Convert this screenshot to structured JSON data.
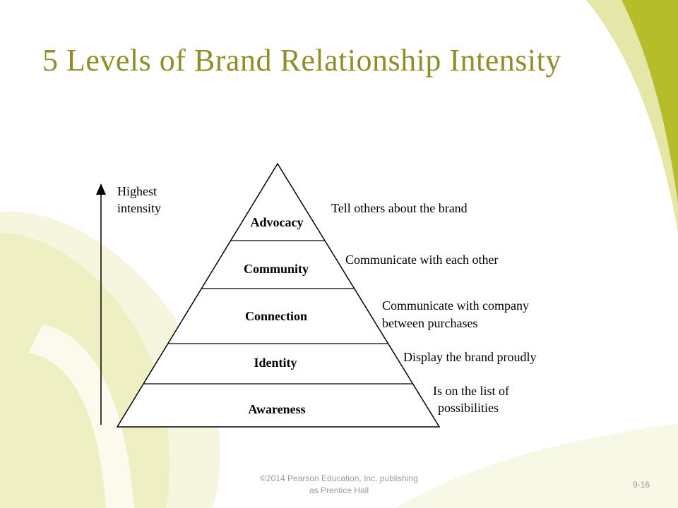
{
  "slide": {
    "title": "5 Levels of Brand Relationship Intensity",
    "footer_line1": "©2014 Pearson Education, Inc. publishing",
    "footer_line2": "as Prentice Hall",
    "page_number": "9-16"
  },
  "colors": {
    "title": "#8f8f2a",
    "accent_green": "#b5bd2a",
    "swirl_light": "#eef0c4",
    "swirl_faint": "#f5f6dd"
  },
  "axis": {
    "label_line1": "Highest",
    "label_line2": "intensity"
  },
  "pyramid": {
    "levels": [
      {
        "name": "Advocacy",
        "desc": [
          "Tell others about the brand"
        ]
      },
      {
        "name": "Community",
        "desc": [
          "Communicate with each other"
        ]
      },
      {
        "name": "Connection",
        "desc": [
          "Communicate with company",
          "between purchases"
        ]
      },
      {
        "name": "Identity",
        "desc": [
          "Display the brand proudly"
        ]
      },
      {
        "name": "Awareness",
        "desc": [
          "Is on the list of",
          "possibilities"
        ]
      }
    ]
  }
}
